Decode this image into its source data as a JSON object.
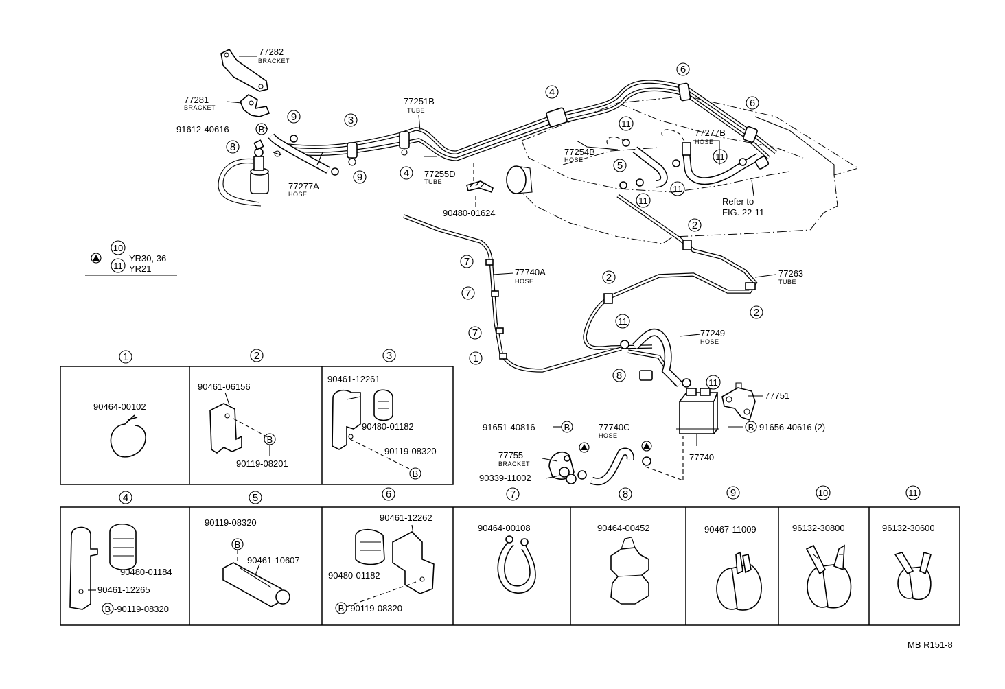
{
  "main_diagram": {
    "labels": {
      "bracket_77282": "77282",
      "bracket_77282_desc": "BRACKET",
      "bracket_77281": "77281",
      "bracket_77281_desc": "BRACKET",
      "bolt_91612": "91612-40616",
      "tube_77251b": "77251B",
      "tube_77251b_desc": "TUBE",
      "hose_77277a": "77277A",
      "hose_77277a_desc": "HOSE",
      "tube_77255d": "77255D",
      "tube_77255d_desc": "TUBE",
      "clip_90480_01624": "90480-01624",
      "hose_77254b": "77254B",
      "hose_77254b_desc": "HOSE",
      "hose_77277b": "77277B",
      "hose_77277b_desc": "HOSE",
      "refer_line1": "Refer to",
      "refer_line2": "FIG. 22-11",
      "hose_77740a": "77740A",
      "hose_77740a_desc": "HOSE",
      "tube_77263": "77263",
      "tube_77263_desc": "TUBE",
      "hose_77249": "77249",
      "hose_77249_desc": "HOSE",
      "bracket_77751": "77751",
      "bolt_91656": "91656-40616 (2)",
      "canister_77740": "77740",
      "bolt_91651": "91651-40816",
      "hose_77740c": "77740C",
      "hose_77740c_desc": "HOSE",
      "bracket_77755": "77755",
      "bracket_77755_desc": "BRACKET",
      "nut_90339": "90339-11002"
    },
    "callouts": {
      "c1": "1",
      "c2": "2",
      "c3": "3",
      "c4": "4",
      "c5": "5",
      "c6": "6",
      "c7": "7",
      "c8": "8",
      "c9": "9",
      "c10": "10",
      "c11": "11",
      "b": "B"
    },
    "legend": {
      "item10_num": "10",
      "item10_models": "YR30, 36",
      "item11_num": "11",
      "item11_models": "YR21"
    }
  },
  "detail_boxes": [
    {
      "num": "1",
      "parts": [
        "90464-00102"
      ]
    },
    {
      "num": "2",
      "parts": [
        "90461-06156",
        "90119-08201"
      ]
    },
    {
      "num": "3",
      "parts": [
        "90461-12261",
        "90480-01182",
        "90119-08320"
      ]
    },
    {
      "num": "4",
      "parts": [
        "90480-01184",
        "90461-12265",
        "-90119-08320"
      ]
    },
    {
      "num": "5",
      "parts": [
        "90119-08320",
        "90461-10607"
      ]
    },
    {
      "num": "6",
      "parts": [
        "90461-12262",
        "90480-01182",
        "-90119-08320"
      ]
    },
    {
      "num": "7",
      "parts": [
        "90464-00108"
      ]
    },
    {
      "num": "8",
      "parts": [
        "90464-00452"
      ]
    },
    {
      "num": "9",
      "parts": [
        "90467-11009"
      ]
    },
    {
      "num": "10",
      "parts": [
        "96132-30800"
      ]
    },
    {
      "num": "11",
      "parts": [
        "96132-30600"
      ]
    }
  ],
  "footer": {
    "drawing_ref": "MB R151-8"
  }
}
